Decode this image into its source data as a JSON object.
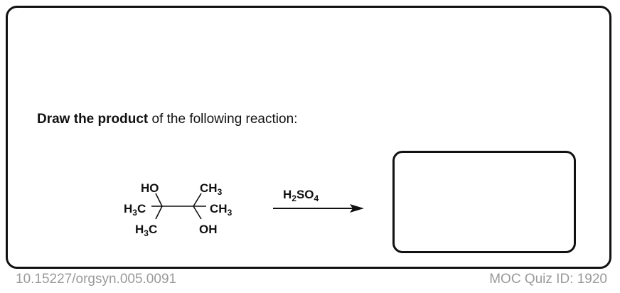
{
  "question": {
    "bold_text": "Draw the product",
    "rest_text": " of the following reaction:"
  },
  "reactant": {
    "labels": {
      "ho": "HO",
      "ch3_top": "CH",
      "ch3_top_sub": "3",
      "h3c_left_h": "H",
      "h3c_left_sub": "3",
      "h3c_left_c": "C",
      "ch3_right": "CH",
      "ch3_right_sub": "3",
      "h3c_bottom_h": "H",
      "h3c_bottom_sub": "3",
      "h3c_bottom_c": "C",
      "oh": "OH"
    }
  },
  "reagent": {
    "h": "H",
    "sub2": "2",
    "so": "SO",
    "sub4": "4"
  },
  "footer": {
    "doi": "10.15227/orgsyn.005.0091",
    "quiz_id": "MOC Quiz ID: 1920"
  },
  "colors": {
    "ink": "#111111",
    "footer_text": "#9a9a9a",
    "background": "#ffffff"
  }
}
